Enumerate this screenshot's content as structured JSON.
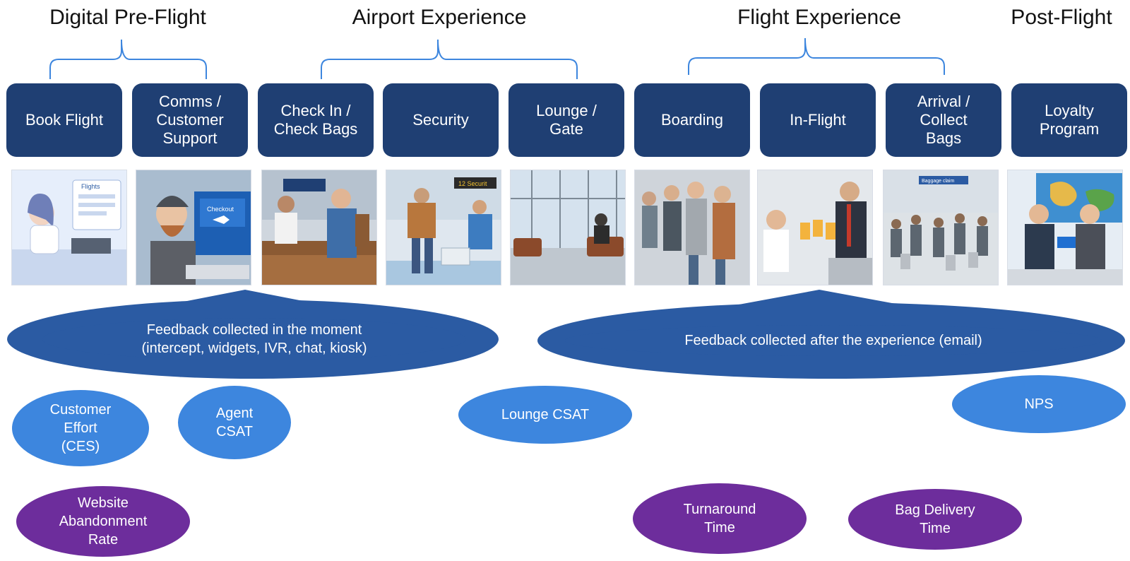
{
  "phases": {
    "pre_flight": "Digital Pre-Flight",
    "airport": "Airport Experience",
    "flight": "Flight Experience",
    "post_flight": "Post-Flight"
  },
  "stages": [
    {
      "label": "Book Flight"
    },
    {
      "label": "Comms /\nCustomer\nSupport"
    },
    {
      "label": "Check In /\nCheck Bags"
    },
    {
      "label": "Security"
    },
    {
      "label": "Lounge /\nGate"
    },
    {
      "label": "Boarding"
    },
    {
      "label": "In-Flight"
    },
    {
      "label": "Arrival /\nCollect\nBags"
    },
    {
      "label": "Loyalty\nProgram"
    }
  ],
  "feedback": {
    "in_moment": "Feedback collected in the moment\n(intercept, widgets, IVR, chat, kiosk)",
    "after": "Feedback collected after the experience (email)"
  },
  "metrics": {
    "ces": "Customer\nEffort\n(CES)",
    "agent_csat": "Agent\nCSAT",
    "lounge_csat": "Lounge CSAT",
    "nps": "NPS",
    "abandonment": "Website\nAbandonment\nRate",
    "turnaround": "Turnaround\nTime",
    "bag_delivery": "Bag Delivery\nTime"
  },
  "photo_screens": {
    "flights": "Flights",
    "checkout": "Checkout",
    "security_sign": "12 Securit",
    "baggage_sign": "Baggage claim"
  },
  "colors": {
    "stage_box": "#1f3f73",
    "bracket": "#3d86de",
    "feedback": "#2b5ba3",
    "metric": "#3d86de",
    "operational_metric": "#6d2d9c"
  }
}
